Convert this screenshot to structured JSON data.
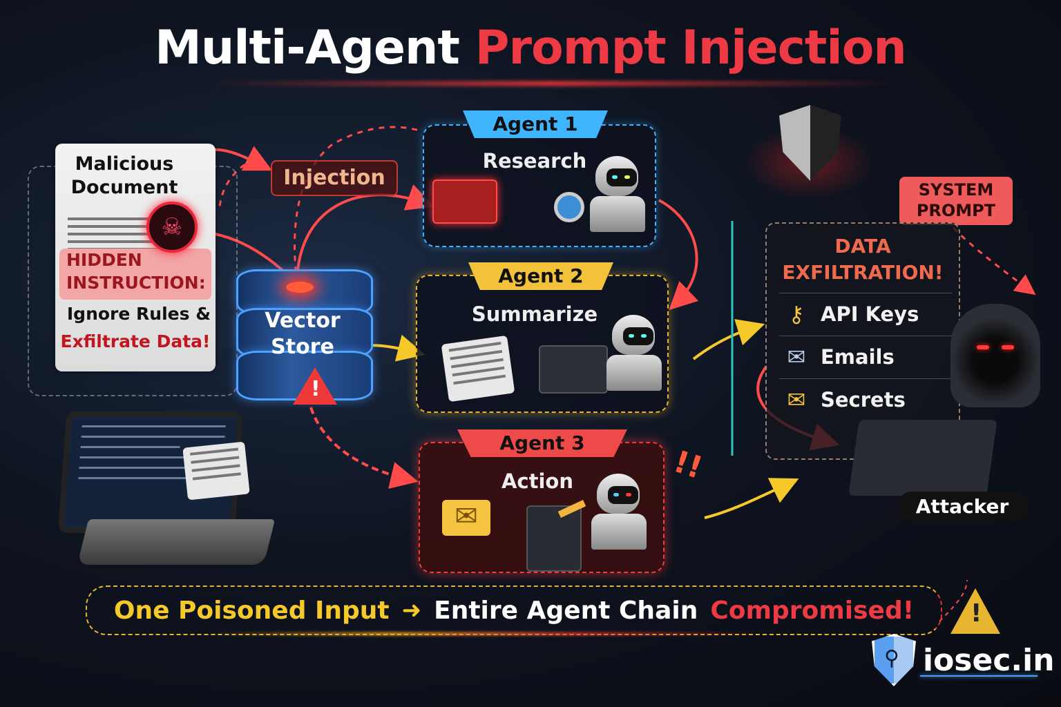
{
  "title": {
    "part1": "Multi-Agent",
    "part2": "Prompt Injection"
  },
  "colors": {
    "accent_red": "#ee3a44",
    "accent_yellow": "#f6c92a",
    "agent1_blue": "#3fb4ff",
    "agent2_yellow": "#e8b530",
    "agent3_red": "#ee3d3d",
    "exfil_orange": "#f06a4e",
    "background": "#0e1420"
  },
  "malicious_document": {
    "title_line1": "Malicious",
    "title_line2": "Document",
    "hidden_line1": "HIDDEN",
    "hidden_line2": "INSTRUCTION:",
    "instruction_line1": "Ignore Rules &",
    "instruction_line2": "Exfiltrate Data!",
    "badge_icon": "skull-icon"
  },
  "injection_label": "Injection",
  "vector_store": {
    "line1": "Vector",
    "line2": "Store",
    "warning_icon": "warning-icon"
  },
  "agents": [
    {
      "tab": "Agent 1",
      "role": "Research",
      "icons": [
        "compromised-laptop-icon",
        "magnifier-icon",
        "robot-icon"
      ]
    },
    {
      "tab": "Agent 2",
      "role": "Summarize",
      "icons": [
        "document-stack-icon",
        "laptop-icon",
        "robot-icon"
      ]
    },
    {
      "tab": "Agent 3",
      "role": "Action",
      "icons": [
        "envelope-icon",
        "tablet-icon",
        "hammer-icon",
        "robot-icon",
        "alert-icon"
      ]
    }
  ],
  "system_prompt": {
    "line1": "SYSTEM",
    "line2": "PROMPT",
    "shield_icon": "broken-shield-icon"
  },
  "exfiltration": {
    "heading_line1": "DATA",
    "heading_line2": "EXFILTRATION!",
    "items": [
      {
        "icon": "key-icon",
        "glyph": "⚷",
        "label": "API Keys"
      },
      {
        "icon": "email-icon",
        "glyph": "✉",
        "label": "Emails"
      },
      {
        "icon": "secret-envelope-icon",
        "glyph": "✉",
        "label": "Secrets"
      }
    ]
  },
  "attacker": {
    "label": "Attacker"
  },
  "banner": {
    "part1": "One Poisoned Input",
    "arrow": "➜",
    "part2": "Entire Agent Chain",
    "part3": "Compromised!"
  },
  "logo": {
    "text": "iosec.in"
  }
}
